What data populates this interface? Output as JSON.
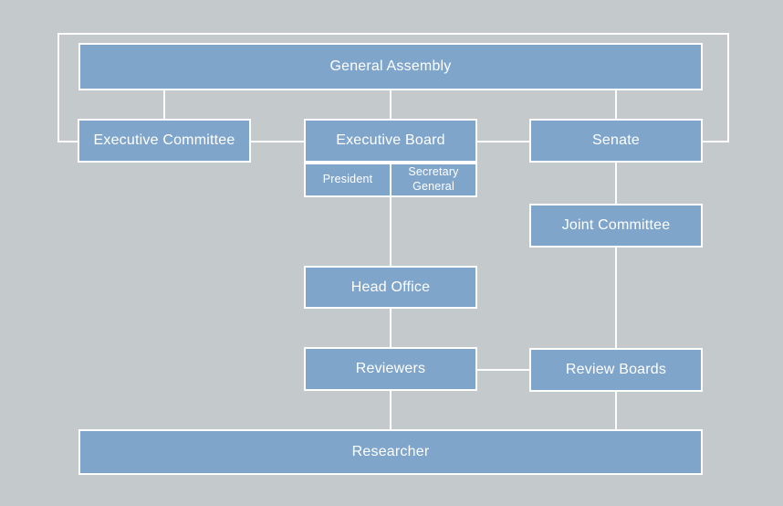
{
  "theme": {
    "bg": "#c4c9cc",
    "box_fill": "#7fa5cb",
    "line_color": "#ffffff",
    "text_color": "#ffffff"
  },
  "diagram": {
    "type": "org-chart",
    "nodes": {
      "general_assembly": {
        "label": "General Assembly"
      },
      "exec_committee": {
        "label": "Executive Committee"
      },
      "exec_board": {
        "label": "Executive Board"
      },
      "president": {
        "label": "President"
      },
      "secretary_general": {
        "label": "Secretary General"
      },
      "senate": {
        "label": "Senate"
      },
      "joint_committee": {
        "label": "Joint Committee"
      },
      "head_office": {
        "label": "Head Office"
      },
      "reviewers": {
        "label": "Reviewers"
      },
      "review_boards": {
        "label": "Review Boards"
      },
      "researcher": {
        "label": "Researcher"
      }
    },
    "edges": [
      [
        "general_assembly",
        "exec_committee"
      ],
      [
        "general_assembly",
        "exec_board"
      ],
      [
        "general_assembly",
        "senate"
      ],
      [
        "exec_committee",
        "exec_board"
      ],
      [
        "exec_board",
        "senate"
      ],
      [
        "exec_committee",
        "senate_via_outer_loop"
      ],
      [
        "exec_board",
        "head_office"
      ],
      [
        "head_office",
        "reviewers"
      ],
      [
        "reviewers",
        "review_boards"
      ],
      [
        "reviewers",
        "researcher"
      ],
      [
        "senate",
        "joint_committee"
      ],
      [
        "joint_committee",
        "review_boards"
      ],
      [
        "review_boards",
        "researcher"
      ]
    ]
  }
}
